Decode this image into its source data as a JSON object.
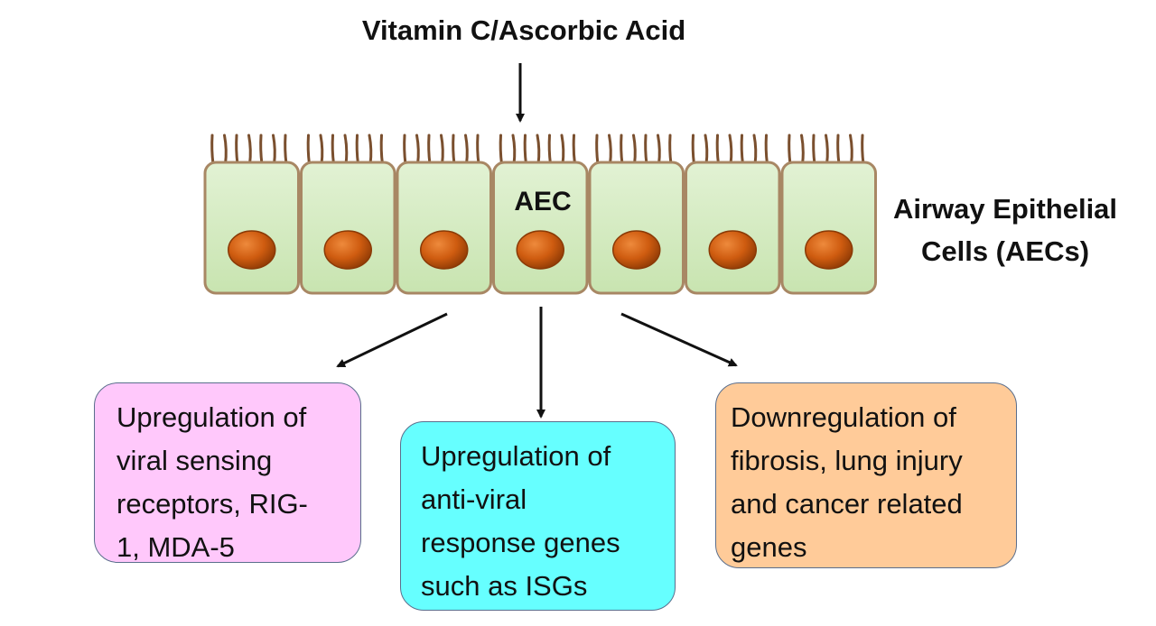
{
  "title": "Vitamin C/Ascorbic Acid",
  "cell_label": "AEC",
  "cells_label": {
    "line1": "Airway Epithelial",
    "line2": "Cells (AECs)"
  },
  "colors": {
    "cell_fill": "#d3eac0",
    "cell_border": "#a88764",
    "nucleus": "#c9560b",
    "cilia": "#7a4f2e",
    "box_left": "#ffc8fb",
    "box_mid": "#66ffff",
    "box_right": "#ffcb99",
    "arrow": "#111111"
  },
  "boxes": [
    {
      "lines": [
        "Upregulation of",
        "viral sensing",
        "receptors, RIG-",
        "1, MDA-5"
      ]
    },
    {
      "lines": [
        "Upregulation of",
        "anti-viral",
        "response genes",
        "such as ISGs"
      ]
    },
    {
      "lines": [
        "Downregulation of",
        "fibrosis, lung injury",
        "and cancer related",
        "genes"
      ]
    }
  ]
}
